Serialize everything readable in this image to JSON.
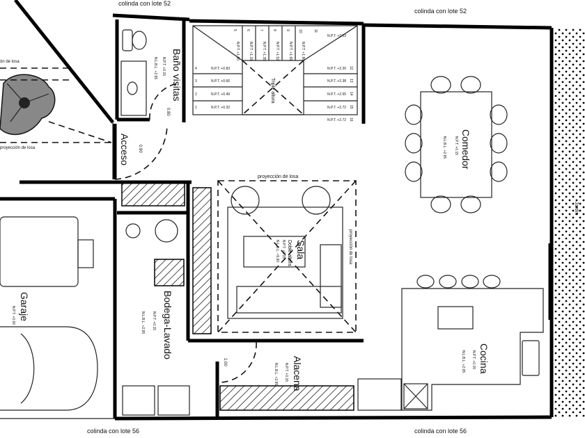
{
  "boundaries": {
    "top_left": "colinda con lote 52",
    "top_right": "colinda con lote 52",
    "bottom_left": "colinda con lote 56",
    "bottom_right": "colinda con lote 56"
  },
  "rooms": {
    "bano": "Baño visitas",
    "acceso": "Acceso",
    "garaje": "Garaje",
    "bodega": "Bodega-Lavado",
    "sala": "Sala",
    "doble_altura": "Doble altura",
    "comedor": "Comedor",
    "cocina": "Cocina",
    "alacena": "Alacena",
    "triple_altura": "Triple altura",
    "jardin": "Jardín"
  },
  "annotations": {
    "proyeccion_top": "proyección de losa",
    "proyeccion_tree_top": "ón de losa",
    "proyeccion_tree_bottom": "proyección de losa",
    "proyeccion_sala_side": "proyección de losa"
  },
  "doors": {
    "bano": "0.80",
    "acceso": "0.90",
    "bodega": "1.00"
  },
  "levels": {
    "bano": [
      "N.P.T. +0.15",
      "N.L.B.L. +2.95"
    ],
    "sala": [
      "N.P.T. +0.15",
      "N.L.B.L. +5.90"
    ],
    "comedor": [
      "N.P.T. +0.15",
      "N.L.B.L. +2.95"
    ],
    "cocina": [
      "N.P.T. +0.15",
      "N.L.B.L. +2.95"
    ],
    "bodega": [
      "N.P.T. +0.15",
      "N.L.B.L. +2.95"
    ],
    "alacena": [
      "N.P.T. +0.15",
      "N.L.B.L. +2.95"
    ],
    "garaje": [
      "N.P.T. +0.00"
    ]
  },
  "stairs": {
    "left": [
      {
        "n": "4",
        "npt": "N.P.T. +0.83"
      },
      {
        "n": "3",
        "npt": "N.P.T. +0.66"
      },
      {
        "n": "2",
        "npt": "N.P.T. +0.49"
      },
      {
        "n": "1",
        "npt": "N.P.T. +0.32"
      }
    ],
    "top": [
      {
        "n": "5",
        "npt": "N.P.T. +1.00"
      },
      {
        "n": "6",
        "npt": "N.P.T. +1.18"
      },
      {
        "n": "7",
        "npt": "N.P.T. +1.35"
      },
      {
        "n": "8",
        "npt": "N.P.T. +1.52"
      },
      {
        "n": "9",
        "npt": "N.P.T. +1.69"
      },
      {
        "n": "10",
        "npt": "N.P.T. +1.86"
      }
    ],
    "right": [
      {
        "n": "11",
        "npt": "N.P.T. +2.03"
      },
      {
        "n": "12",
        "npt": "N.P.T. +2.20"
      },
      {
        "n": "13",
        "npt": "N.P.T. +2.38"
      },
      {
        "n": "14",
        "npt": "N.P.T. +2.55"
      },
      {
        "n": "15",
        "npt": "N.P.T. +2.72"
      },
      {
        "n": "16",
        "npt": "N.P.T. +2.72"
      }
    ]
  }
}
